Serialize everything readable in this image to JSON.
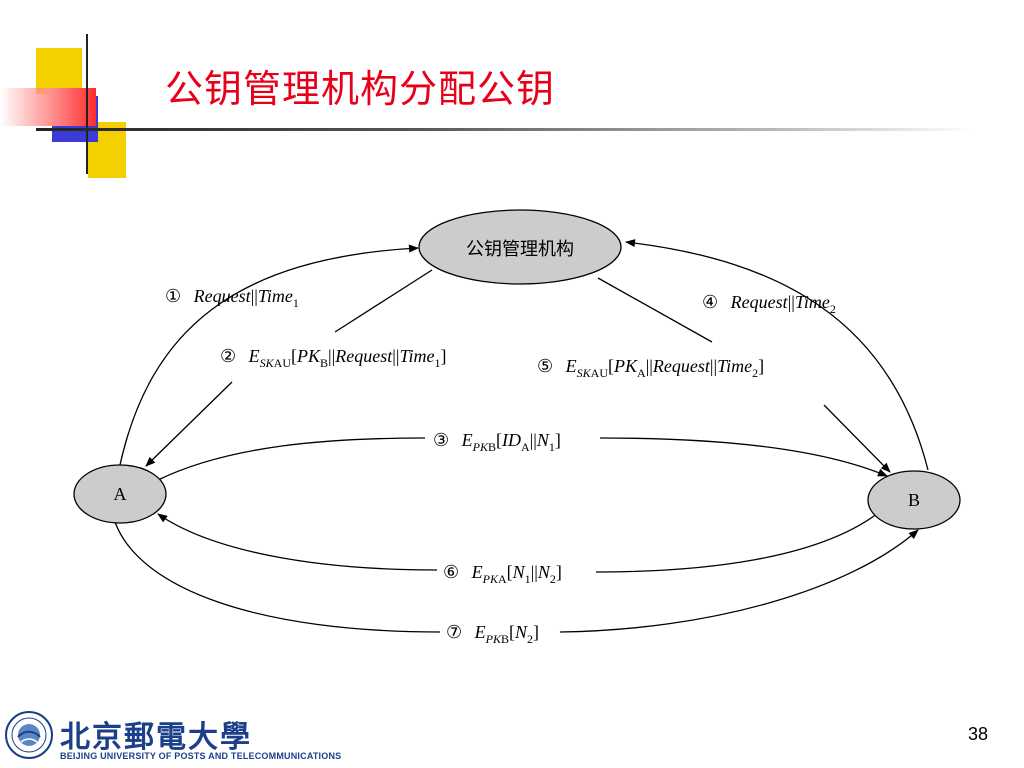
{
  "title": "公钥管理机构分配公钥",
  "diagram": {
    "authority_label": "公钥管理机构",
    "node_a_label": "A",
    "node_b_label": "B",
    "messages": {
      "m1": {
        "num": "①",
        "parts": [
          "Request",
          "||",
          "Time",
          "1"
        ]
      },
      "m2": {
        "num": "②",
        "parts": [
          "E",
          "SK",
          "AU",
          "[",
          "PK",
          "B",
          "||",
          "Request",
          "||",
          "Time",
          "1",
          "]"
        ]
      },
      "m3": {
        "num": "③",
        "parts": [
          "E",
          "PK",
          "B",
          "[",
          "ID",
          "A",
          "||",
          "N",
          "1",
          "]"
        ]
      },
      "m4": {
        "num": "④",
        "parts": [
          "Request",
          "||",
          "Time",
          "2"
        ]
      },
      "m5": {
        "num": "⑤",
        "parts": [
          "E",
          "SK",
          "AU",
          "[",
          "PK",
          "A",
          "||",
          "Request",
          "||",
          "Time",
          "2",
          "]"
        ]
      },
      "m6": {
        "num": "⑥",
        "parts": [
          "E",
          "PK",
          "A",
          "[",
          "N",
          "1",
          "||",
          "N",
          "2",
          "]"
        ]
      },
      "m7": {
        "num": "⑦",
        "parts": [
          "E",
          "PK",
          "B",
          "[",
          "N",
          "2",
          "]"
        ]
      }
    },
    "colors": {
      "node_fill": "#cccccc",
      "stroke": "#000000"
    }
  },
  "footer": {
    "logo_cn": "北京郵電大學",
    "logo_en": "BEIJING UNIVERSITY OF POSTS AND TELECOMMUNICATIONS"
  },
  "page_number": "38"
}
